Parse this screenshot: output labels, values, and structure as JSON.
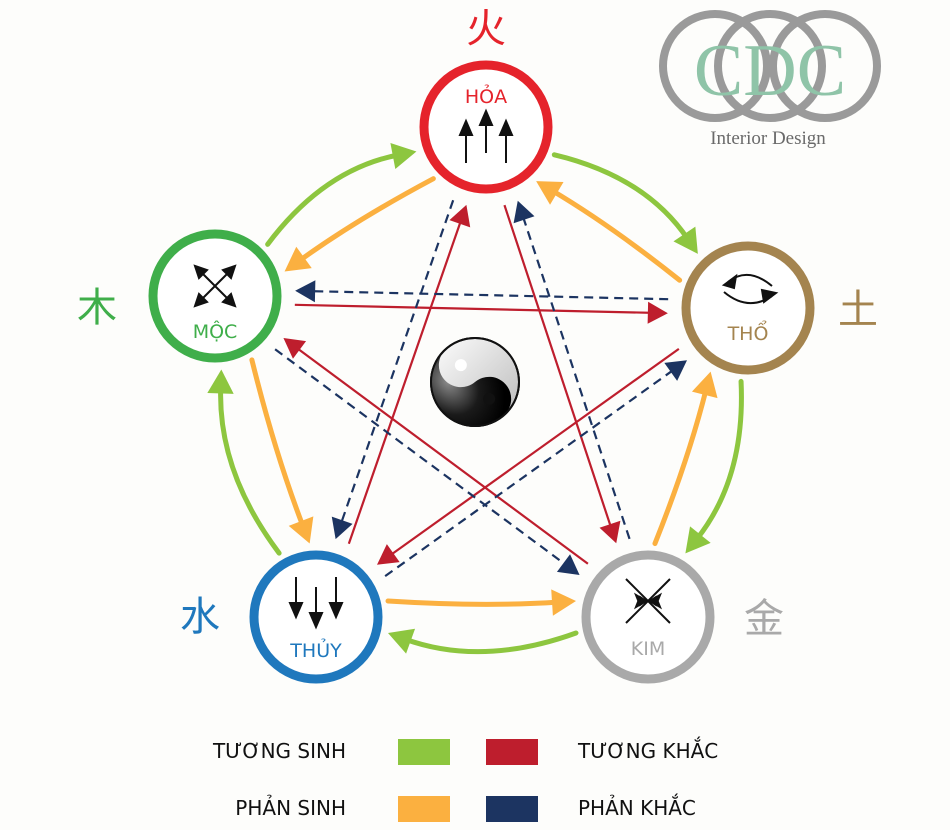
{
  "logo": {
    "initials": "CDC",
    "tagline": "Interior Design",
    "ring_color": "#9a9a9a",
    "initials_color": "#8fc4a8",
    "tagline_color": "#6a6a6a"
  },
  "center_symbol": "yin-yang",
  "nodes": [
    {
      "id": "hoa",
      "label": "HỎA",
      "hanzi": "火",
      "color": "#e5232b",
      "symbol": "three-up-arrows-icon"
    },
    {
      "id": "tho",
      "label": "THỔ",
      "hanzi": "土",
      "color": "#a4844f",
      "symbol": "rotate-arrows-icon"
    },
    {
      "id": "kim",
      "label": "KIM",
      "hanzi": "金",
      "color": "#a9a9a9",
      "symbol": "converging-arrows-icon"
    },
    {
      "id": "thuy",
      "label": "THỦY",
      "hanzi": "水",
      "color": "#1f78bd",
      "symbol": "three-down-arrows-icon"
    },
    {
      "id": "moc",
      "label": "MỘC",
      "hanzi": "木",
      "color": "#3fae4a",
      "symbol": "expand-arrows-icon"
    }
  ],
  "relations": {
    "tuong_sinh": [
      [
        "moc",
        "hoa"
      ],
      [
        "hoa",
        "tho"
      ],
      [
        "tho",
        "kim"
      ],
      [
        "kim",
        "thuy"
      ],
      [
        "thuy",
        "moc"
      ]
    ],
    "phan_sinh": [
      [
        "hoa",
        "moc"
      ],
      [
        "tho",
        "hoa"
      ],
      [
        "kim",
        "tho"
      ],
      [
        "thuy",
        "kim"
      ],
      [
        "moc",
        "thuy"
      ]
    ],
    "tuong_khac": [
      [
        "moc",
        "tho"
      ],
      [
        "tho",
        "thuy"
      ],
      [
        "thuy",
        "hoa"
      ],
      [
        "hoa",
        "kim"
      ],
      [
        "kim",
        "moc"
      ]
    ],
    "phan_khac": [
      [
        "tho",
        "moc"
      ],
      [
        "thuy",
        "tho"
      ],
      [
        "hoa",
        "thuy"
      ],
      [
        "kim",
        "hoa"
      ],
      [
        "moc",
        "kim"
      ]
    ]
  },
  "legend": [
    {
      "key": "tuong_sinh",
      "label": "TƯƠNG SINH",
      "color": "#8dc63f"
    },
    {
      "key": "tuong_khac",
      "label": "TƯƠNG KHẮC",
      "color": "#be1e2d"
    },
    {
      "key": "phan_sinh",
      "label": "PHẢN SINH",
      "color": "#fbb040"
    },
    {
      "key": "phan_khac",
      "label": "PHẢN KHẮC",
      "color": "#1c3461"
    }
  ]
}
